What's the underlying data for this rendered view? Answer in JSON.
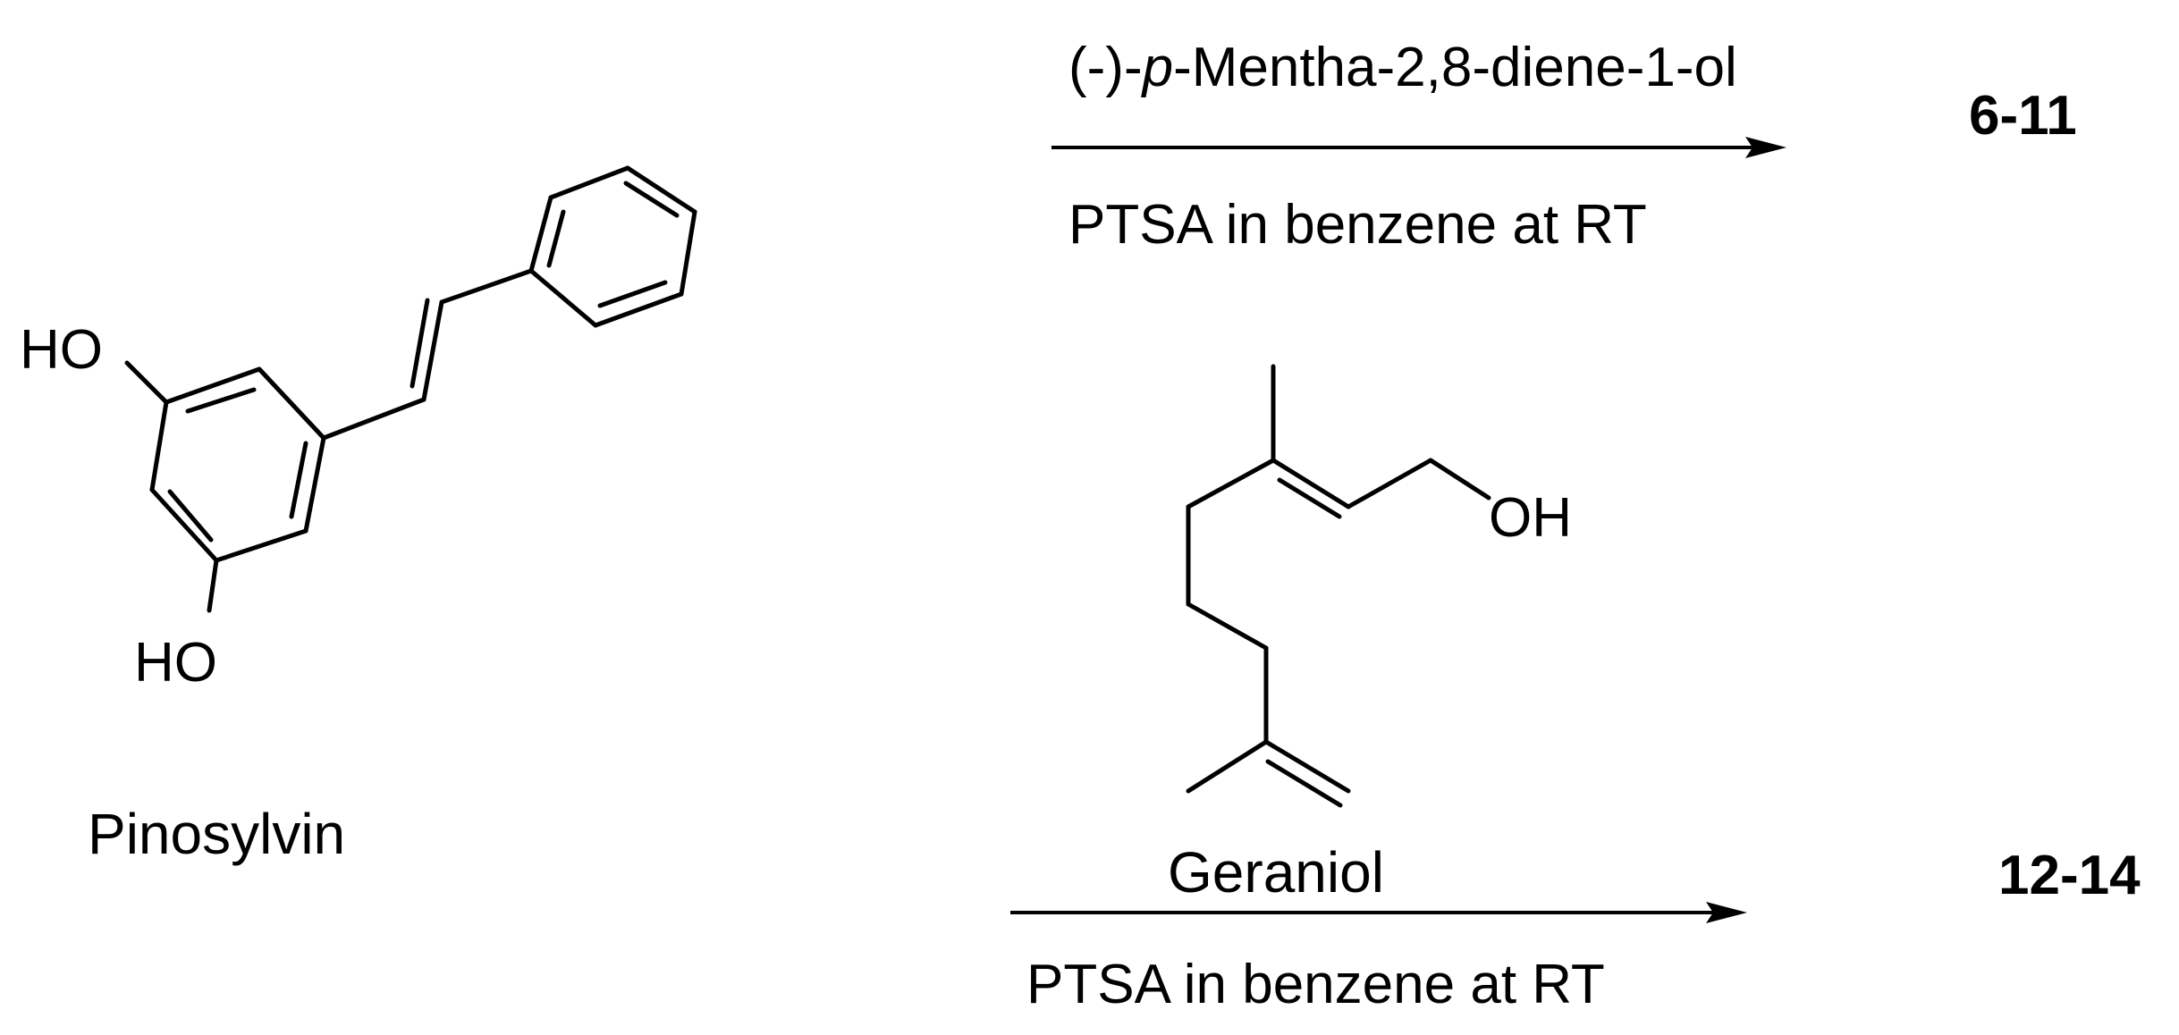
{
  "colors": {
    "ink": "#000000",
    "background": "#ffffff"
  },
  "pinosylvin": {
    "name": "Pinosylvin",
    "oh_top": "HO",
    "oh_bottom": "HO"
  },
  "reaction1": {
    "reagent_pre": "(-)-",
    "reagent_italic": "p",
    "reagent_post": "-Mentha-2,8-diene-1-ol",
    "conditions": "PTSA in benzene at RT",
    "product": "6-11"
  },
  "geraniol": {
    "name": "Geraniol",
    "oh": "OH"
  },
  "reaction2": {
    "conditions": "PTSA in benzene at RT",
    "product": "12-14"
  }
}
